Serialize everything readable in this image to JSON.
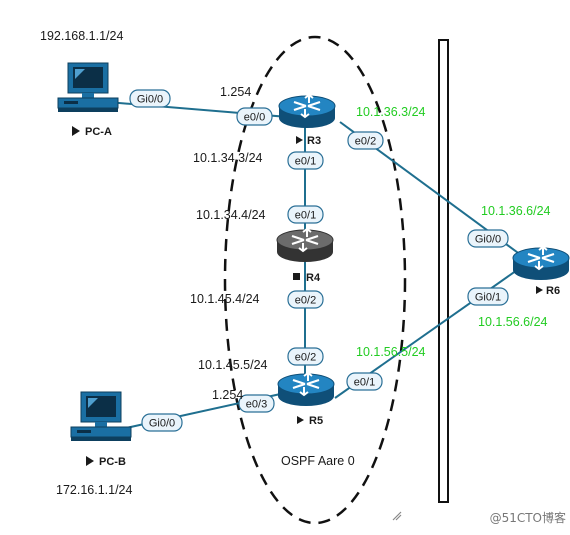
{
  "colors": {
    "link": "#1f6f8f",
    "router_blue": "#1b78b0",
    "router_gray": "#555555",
    "pc_blue": "#1a6fa3",
    "subnet_green": "#22cc22",
    "area_border": "#111111"
  },
  "icons": [
    "router-icon",
    "pc-icon",
    "cursor-icon",
    "play-icon",
    "stop-icon"
  ],
  "area": {
    "label": "OSPF Aare 0"
  },
  "devices": {
    "pca": {
      "name": "PC-A",
      "ip": "192.168.1.1/24",
      "iface": "Gi0/0"
    },
    "pcb": {
      "name": "PC-B",
      "ip": "172.16.1.1/24",
      "iface": "Gi0/0"
    },
    "r3": {
      "name": "R3",
      "if_e00": "e0/0",
      "if_e01": "e0/1",
      "if_e02": "e0/2",
      "gw_pca": "1.254",
      "ip_r4": "10.1.34.3/24",
      "ip_r6": "10.1.36.3/24"
    },
    "r4": {
      "name": "R4",
      "if_e01": "e0/1",
      "if_e02": "e0/2",
      "ip_r3": "10.1.34.4/24",
      "ip_r5": "10.1.45.4/24"
    },
    "r5": {
      "name": "R5",
      "if_e02": "e0/2",
      "if_e01": "e0/1",
      "if_e03": "e0/3",
      "gw_pcb": "1.254",
      "ip_r4": "10.1.45.5/24",
      "ip_r6": "10.1.56.5/24"
    },
    "r6": {
      "name": "R6",
      "if_gi00": "Gi0/0",
      "if_gi01": "Gi0/1",
      "ip_r3": "10.1.36.6/24",
      "ip_r5": "10.1.56.6/24"
    }
  },
  "watermark": "@51CTO博客"
}
